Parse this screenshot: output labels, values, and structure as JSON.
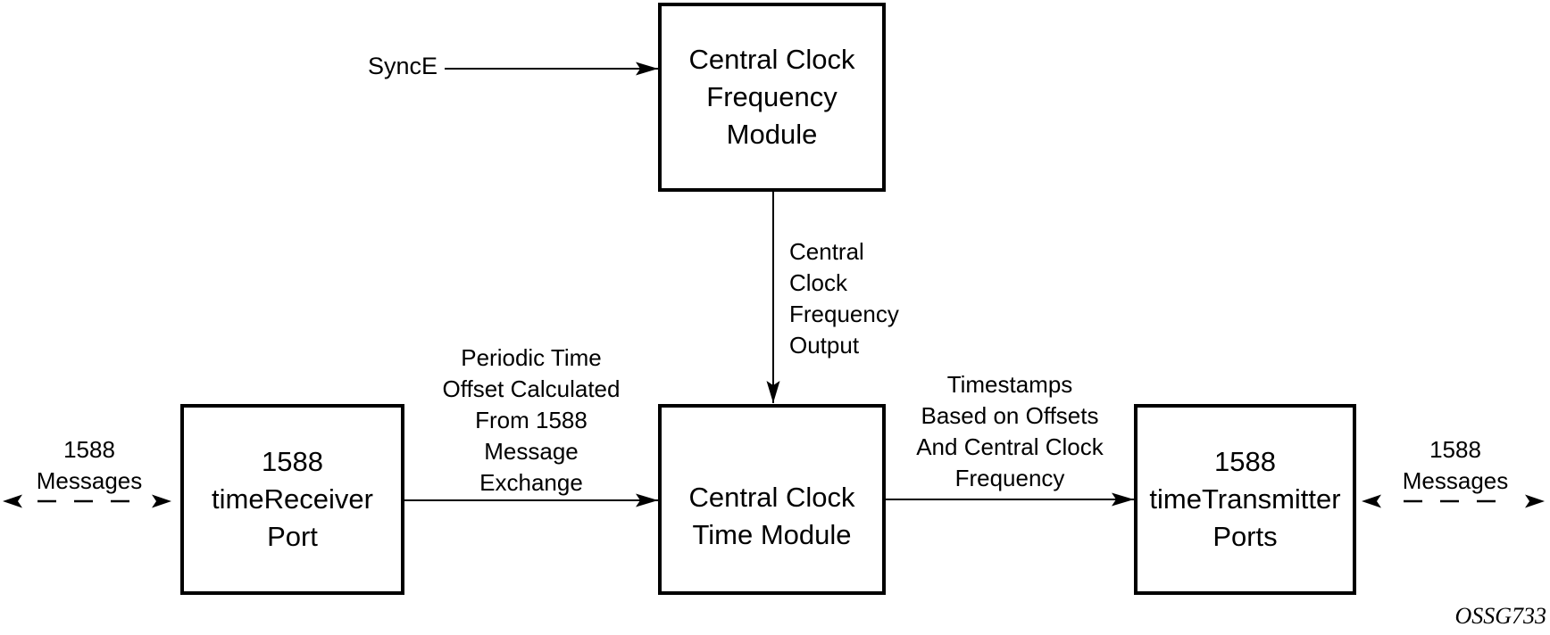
{
  "figure": {
    "watermark": "OSSG733"
  },
  "colors": {
    "ink": "#000000",
    "background": "#ffffff"
  },
  "boxes": {
    "frequency_module": "Central Clock\nFrequency\nModule",
    "time_module": "Central Clock\nTime Module",
    "receiver_port": "1588\ntimeReceiver\nPort",
    "transmitter_ports": "1588\ntimeTransmitter\nPorts"
  },
  "arrow_labels": {
    "synce": "SyncE",
    "frequency_output": "Central\nClock\nFrequency\nOutput",
    "periodic_offset": "Periodic Time\nOffset Calculated\nFrom 1588\nMessage\nExchange",
    "timestamps": "Timestamps\nBased on Offsets\nAnd Central Clock\nFrequency",
    "messages_left": "1588\nMessages",
    "messages_right": "1588\nMessages"
  }
}
